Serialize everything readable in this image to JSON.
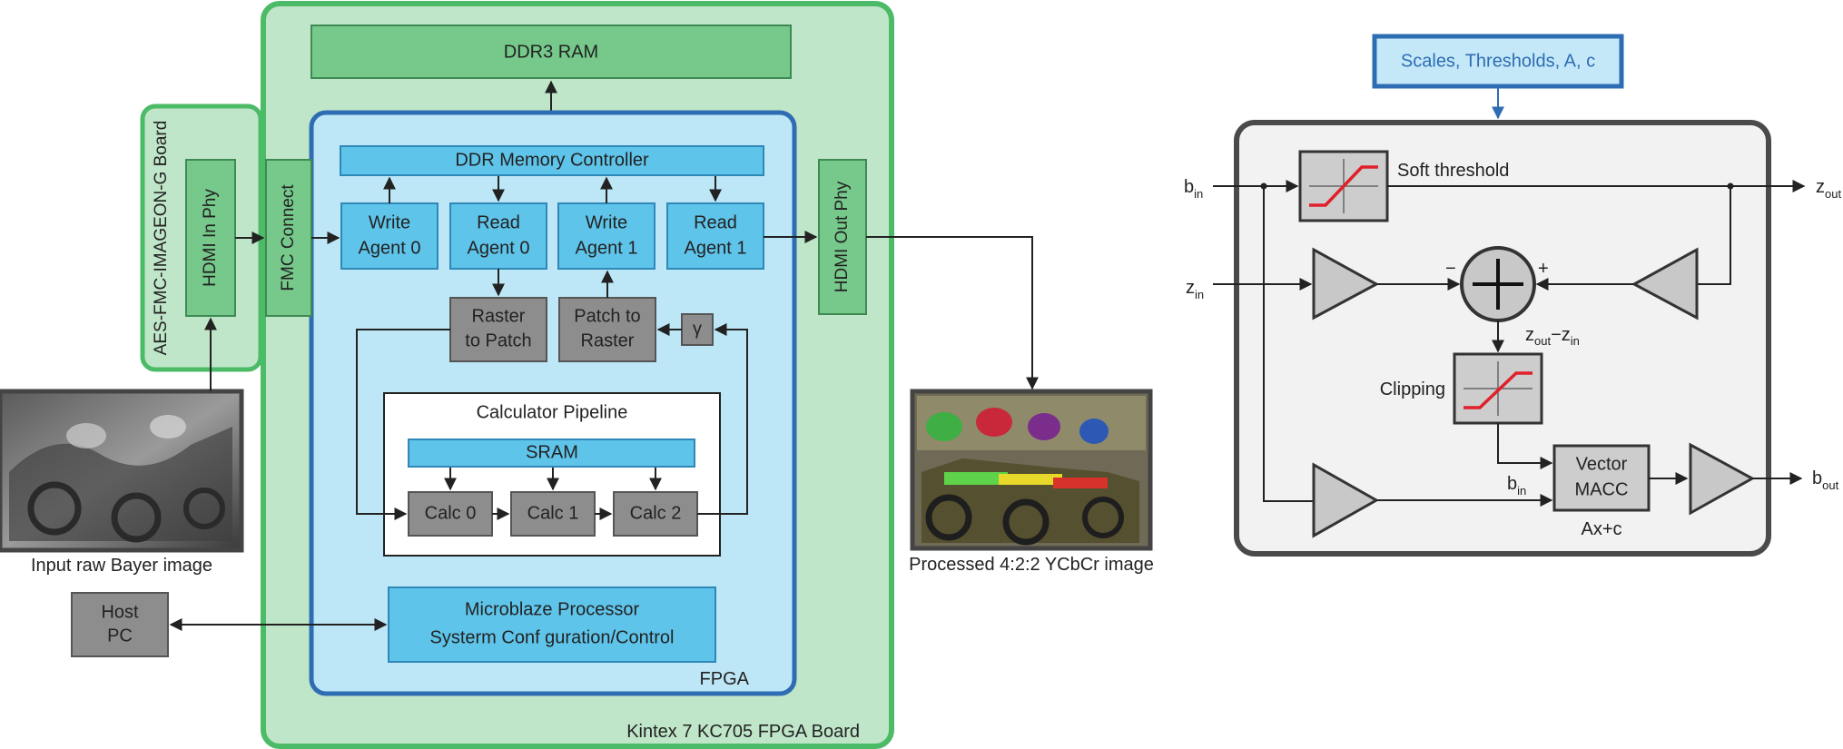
{
  "left_diagram": {
    "board_label": "Kintex 7 KC705 FPGA Board",
    "fpga_label": "FPGA",
    "ddr3_ram": "DDR3 RAM",
    "memory_controller": "DDR Memory Controller",
    "agents": [
      {
        "line1": "Write",
        "line2": "Agent 0"
      },
      {
        "line1": "Read",
        "line2": "Agent 0"
      },
      {
        "line1": "Write",
        "line2": "Agent 1"
      },
      {
        "line1": "Read",
        "line2": "Agent 1"
      }
    ],
    "raster_to_patch": {
      "line1": "Raster",
      "line2": "to Patch"
    },
    "patch_to_raster": {
      "line1": "Patch to",
      "line2": "Raster"
    },
    "gamma": "γ",
    "calculator_pipeline": "Calculator Pipeline",
    "sram": "SRAM",
    "calcs": [
      "Calc 0",
      "Calc 1",
      "Calc 2"
    ],
    "microblaze": {
      "line1": "Microblaze Processor",
      "line2": "Systerm Conf guration/Control"
    },
    "hdmi_in_board": "AES-FMC-IMAGEON-G Board",
    "hdmi_in_phy": "HDMI In Phy",
    "fmc_connect": "FMC Connect",
    "hdmi_out_phy": "HDMI Out Phy",
    "host_pc": {
      "line1": "Host",
      "line2": "PC"
    },
    "input_caption": "Input raw Bayer image",
    "output_caption": "Processed 4:2:2 YCbCr image"
  },
  "right_diagram": {
    "params_box": "Scales, Thresholds, A, c",
    "soft_threshold": "Soft threshold",
    "clipping": "Clipping",
    "vector_macc": {
      "line1": "Vector",
      "line2": "MACC"
    },
    "macc_expr": "Ax+c",
    "b_in": {
      "main": "b",
      "sub": "in"
    },
    "z_in": {
      "main": "z",
      "sub": "in"
    },
    "z_out": {
      "main": "z",
      "sub": "out"
    },
    "b_out": {
      "main": "b",
      "sub": "out"
    },
    "sum_minus": "−",
    "sum_plus": "+",
    "diff_label": {
      "a": "z",
      "a_sub": "out",
      "op": "−z",
      "b_sub": "in"
    },
    "macc_input": {
      "main": "b",
      "sub": "in"
    }
  },
  "colors": {
    "board_fill": "#c0e6c9",
    "board_stroke": "#4cbb67",
    "green_block": "#76c98b",
    "fpga_fill": "#bde6f6",
    "fpga_stroke": "#2e6db3",
    "blue_block": "#5fc4ea",
    "gray_block": "#8d8d8d",
    "param_fill": "#c4e8f8",
    "param_stroke": "#2e6db3"
  }
}
